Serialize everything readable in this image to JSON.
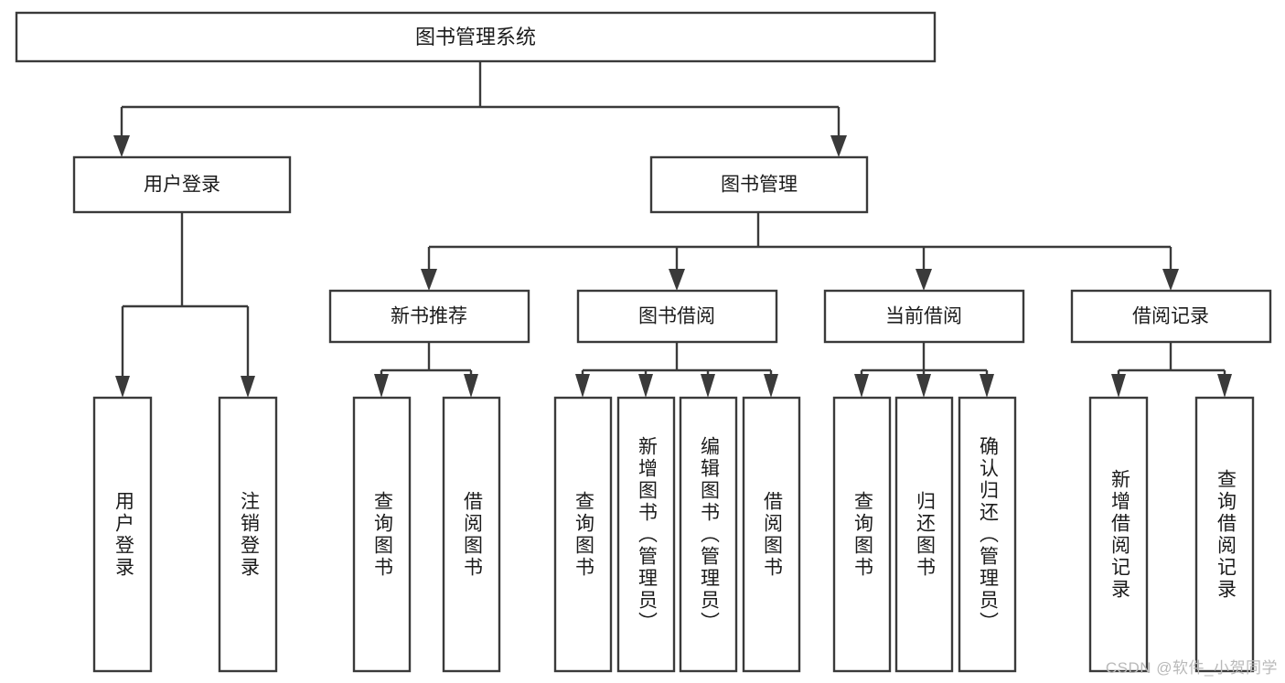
{
  "diagram": {
    "type": "tree-hierarchy-chart",
    "title": "图书管理系统",
    "colors": {
      "stroke": "#3a3a3a",
      "box_fill": "#ffffff",
      "text": "#1b1b1b",
      "background": "#ffffff",
      "watermark": "#b9b9b9"
    },
    "root": {
      "label": "图书管理系统",
      "orientation": "horizontal"
    },
    "level1": [
      {
        "label": "用户登录",
        "orientation": "horizontal"
      },
      {
        "label": "图书管理",
        "orientation": "horizontal"
      }
    ],
    "level2": [
      {
        "label": "新书推荐",
        "orientation": "horizontal",
        "parent": "图书管理"
      },
      {
        "label": "图书借阅",
        "orientation": "horizontal",
        "parent": "图书管理"
      },
      {
        "label": "当前借阅",
        "orientation": "horizontal",
        "parent": "图书管理"
      },
      {
        "label": "借阅记录",
        "orientation": "horizontal",
        "parent": "图书管理"
      }
    ],
    "leaves": {
      "用户登录": [
        {
          "label": "用户登录",
          "orientation": "vertical"
        },
        {
          "label": "注销登录",
          "orientation": "vertical"
        }
      ],
      "新书推荐": [
        {
          "label": "查询图书",
          "orientation": "vertical"
        },
        {
          "label": "借阅图书",
          "orientation": "vertical"
        }
      ],
      "图书借阅": [
        {
          "label": "查询图书",
          "orientation": "vertical"
        },
        {
          "label": "新增图书（管理员）",
          "orientation": "vertical"
        },
        {
          "label": "编辑图书（管理员）",
          "orientation": "vertical"
        },
        {
          "label": "借阅图书",
          "orientation": "vertical"
        }
      ],
      "当前借阅": [
        {
          "label": "查询图书",
          "orientation": "vertical"
        },
        {
          "label": "归还图书",
          "orientation": "vertical"
        },
        {
          "label": "确认归还（管理员）",
          "orientation": "vertical"
        }
      ],
      "借阅记录": [
        {
          "label": "新增借阅记录",
          "orientation": "vertical"
        },
        {
          "label": "查询借阅记录",
          "orientation": "vertical"
        }
      ]
    }
  },
  "watermark": {
    "text": "CSDN @软件_小贺同学"
  }
}
